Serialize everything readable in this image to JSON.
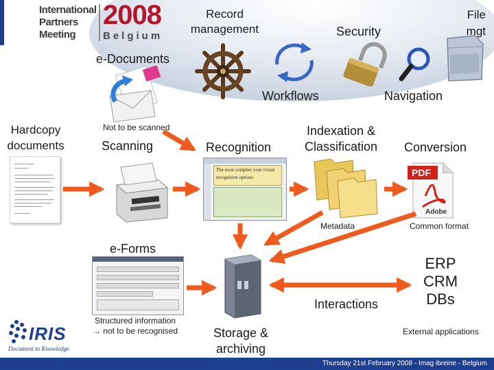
{
  "logo": {
    "line1": "International",
    "line2": "Partners",
    "line3": "Meeting",
    "year": "2008",
    "country": "Belgium"
  },
  "top_bar": {
    "record_management": [
      "Record",
      "management"
    ],
    "security": "Security",
    "file_mgt": [
      "File",
      "mgt"
    ],
    "e_documents": "e-Documents",
    "workflows": "Workflows",
    "navigation": "Navigation"
  },
  "left": {
    "hardcopy": [
      "Hardcopy",
      "documents"
    ],
    "not_scanned": "Not to be scanned",
    "scanning": "Scanning",
    "e_forms": "e-Forms",
    "structured": [
      "Structured information",
      "→ not to be recognised"
    ]
  },
  "middle": {
    "recognition": "Recognition",
    "indexation": [
      "Indexation &",
      "Classification"
    ],
    "metadata": "Metadata",
    "interactions": "Interactions",
    "storage": [
      "Storage &",
      "archiving"
    ]
  },
  "right": {
    "conversion": "Conversion",
    "pdf_label": "PDF",
    "adobe_label": "Adobe",
    "common_format": "Common format",
    "erp_lines": [
      "ERP",
      "CRM",
      "DBs"
    ],
    "external": "External applications"
  },
  "iris": {
    "name": "IRIS",
    "tagline": "Document to Knowledge"
  },
  "recognition_screen_text": [
    "The most complex your visual",
    "recognition options"
  ],
  "footer": "Thursday 21st February 2008 - Imag ibreine - Belgium",
  "colors": {
    "arrow": "#ef5a1e",
    "footer_bg": "#1e3f8f",
    "ellipse": "#d4dde8",
    "iris_blue": "#1e3f8f",
    "pdf_red": "#d2201a"
  }
}
